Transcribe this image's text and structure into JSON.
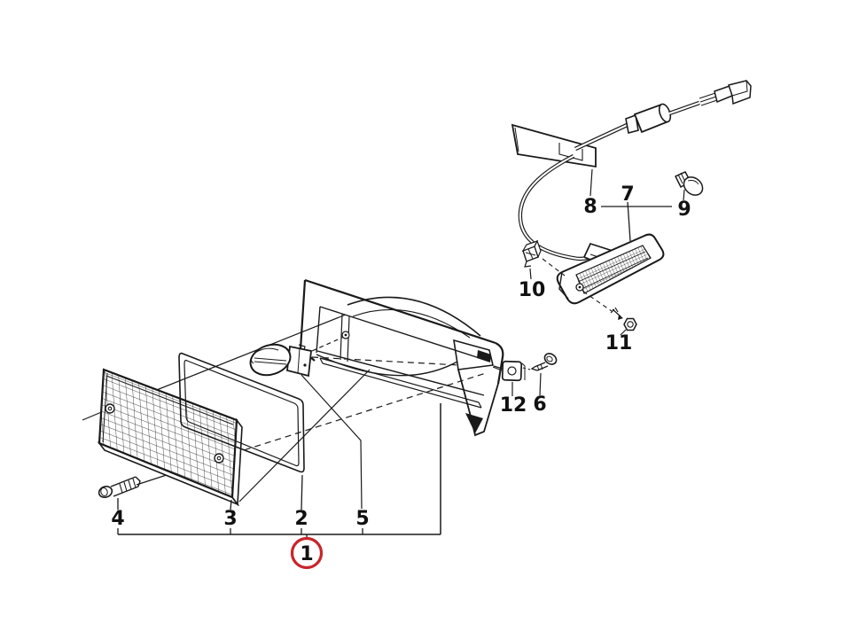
{
  "diagram": {
    "kind": "exploded-parts-diagram",
    "background_color": "#ffffff",
    "line_color": "#1a1a1a",
    "highlight_color": "#c9242b",
    "callouts": [
      {
        "number": "1",
        "circled": true
      },
      {
        "number": "2",
        "circled": false
      },
      {
        "number": "3",
        "circled": false
      },
      {
        "number": "4",
        "circled": false
      },
      {
        "number": "5",
        "circled": false
      },
      {
        "number": "6",
        "circled": false
      },
      {
        "number": "7",
        "circled": false
      },
      {
        "number": "8",
        "circled": false
      },
      {
        "number": "9",
        "circled": false
      },
      {
        "number": "10",
        "circled": false
      },
      {
        "number": "11",
        "circled": false
      },
      {
        "number": "12",
        "circled": false
      }
    ]
  }
}
